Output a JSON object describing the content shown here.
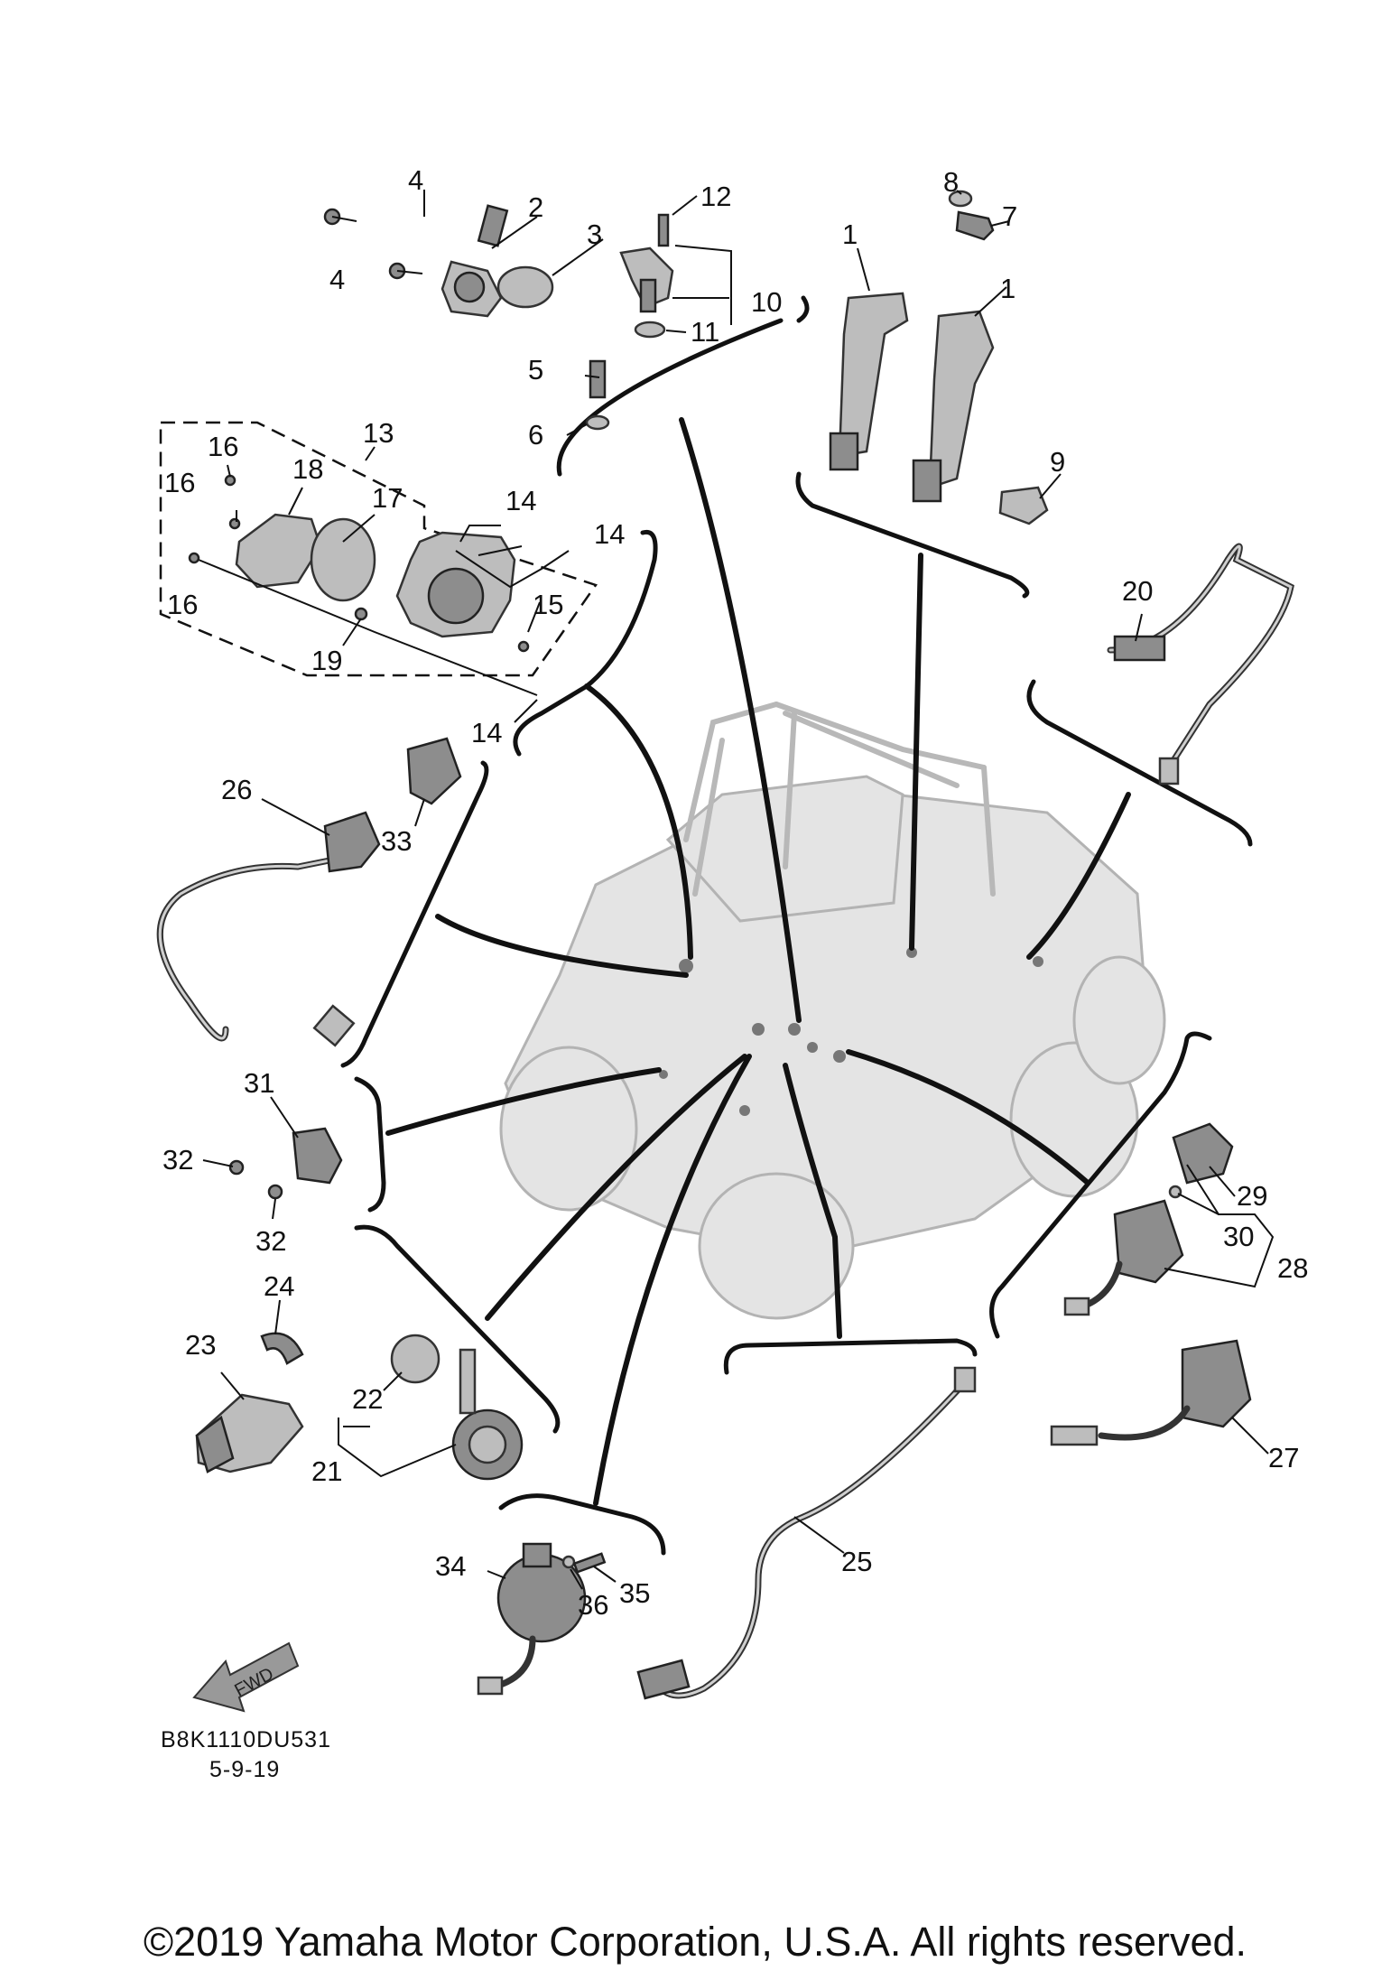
{
  "callouts": [
    {
      "id": "c1a",
      "text": "1"
    },
    {
      "id": "c1b",
      "text": "1"
    },
    {
      "id": "c2",
      "text": "2"
    },
    {
      "id": "c3",
      "text": "3"
    },
    {
      "id": "c4a",
      "text": "4"
    },
    {
      "id": "c4b",
      "text": "4"
    },
    {
      "id": "c5",
      "text": "5"
    },
    {
      "id": "c6",
      "text": "6"
    },
    {
      "id": "c7",
      "text": "7"
    },
    {
      "id": "c8",
      "text": "8"
    },
    {
      "id": "c9",
      "text": "9"
    },
    {
      "id": "c10",
      "text": "10"
    },
    {
      "id": "c11",
      "text": "11"
    },
    {
      "id": "c12",
      "text": "12"
    },
    {
      "id": "c13",
      "text": "13"
    },
    {
      "id": "c14a",
      "text": "14"
    },
    {
      "id": "c14b",
      "text": "14"
    },
    {
      "id": "c14c",
      "text": "14"
    },
    {
      "id": "c15",
      "text": "15"
    },
    {
      "id": "c16a",
      "text": "16"
    },
    {
      "id": "c16b",
      "text": "16"
    },
    {
      "id": "c16c",
      "text": "16"
    },
    {
      "id": "c17",
      "text": "17"
    },
    {
      "id": "c18",
      "text": "18"
    },
    {
      "id": "c19",
      "text": "19"
    },
    {
      "id": "c20",
      "text": "20"
    },
    {
      "id": "c21",
      "text": "21"
    },
    {
      "id": "c22",
      "text": "22"
    },
    {
      "id": "c23",
      "text": "23"
    },
    {
      "id": "c24",
      "text": "24"
    },
    {
      "id": "c25",
      "text": "25"
    },
    {
      "id": "c26",
      "text": "26"
    },
    {
      "id": "c27",
      "text": "27"
    },
    {
      "id": "c28",
      "text": "28"
    },
    {
      "id": "c29",
      "text": "29"
    },
    {
      "id": "c30",
      "text": "30"
    },
    {
      "id": "c31",
      "text": "31"
    },
    {
      "id": "c32a",
      "text": "32"
    },
    {
      "id": "c32b",
      "text": "32"
    },
    {
      "id": "c33",
      "text": "33"
    },
    {
      "id": "c34",
      "text": "34"
    },
    {
      "id": "c35",
      "text": "35"
    },
    {
      "id": "c36",
      "text": "36"
    }
  ],
  "drawing_code": "B8K1110DU531",
  "drawing_date": "5-9-19",
  "fwd_label": "FWD",
  "copyright": "©2019 Yamaha Motor Corporation, U.S.A. All rights reserved.",
  "icons": {
    "direction_arrow": "fwd-arrow-icon"
  }
}
